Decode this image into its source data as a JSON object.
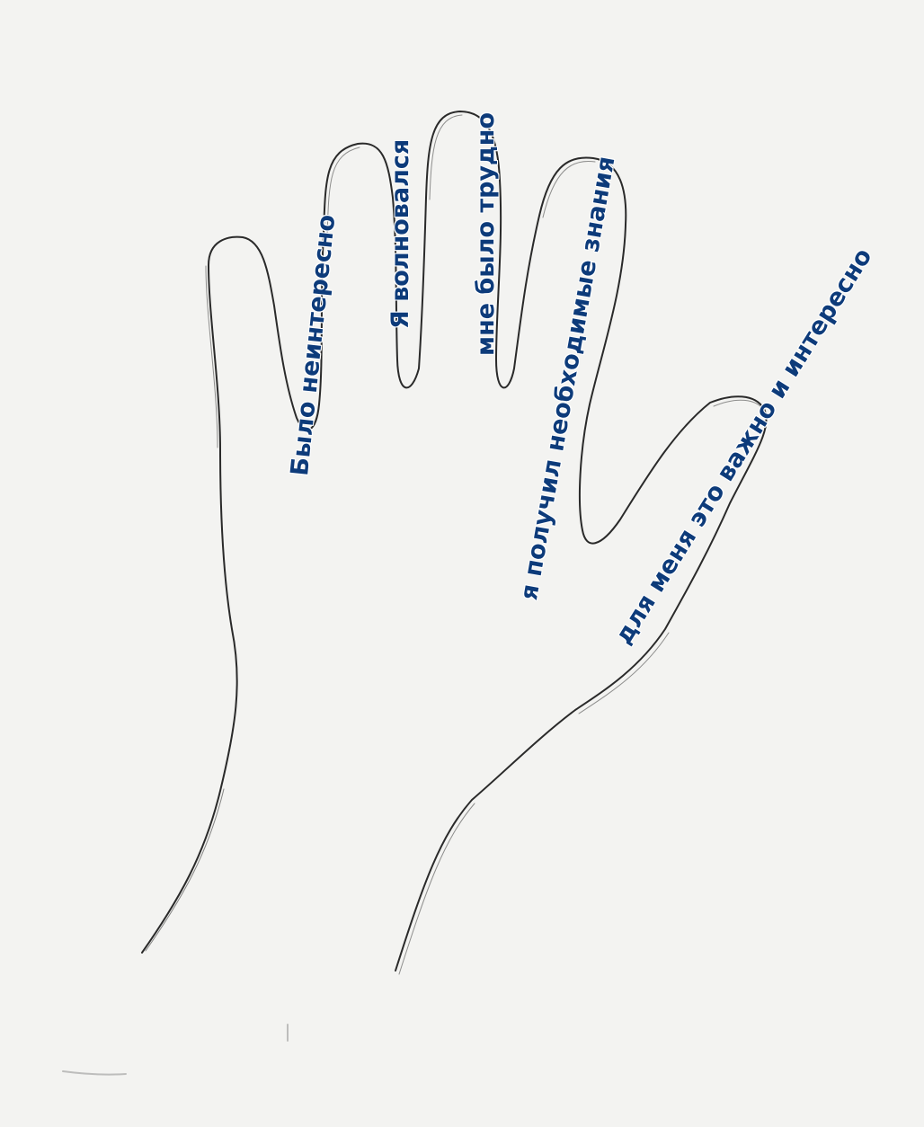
{
  "colors": {
    "label": "#0d3b7a",
    "pencil": "#2a2a2a",
    "paper": "#f3f3f1"
  },
  "fingers": {
    "pinky": "Было неинтересно",
    "ring": "Я волновался",
    "middle": "мне было трудно",
    "index": "я получил необходимые знания",
    "thumb": "для меня это важно и интересно"
  }
}
